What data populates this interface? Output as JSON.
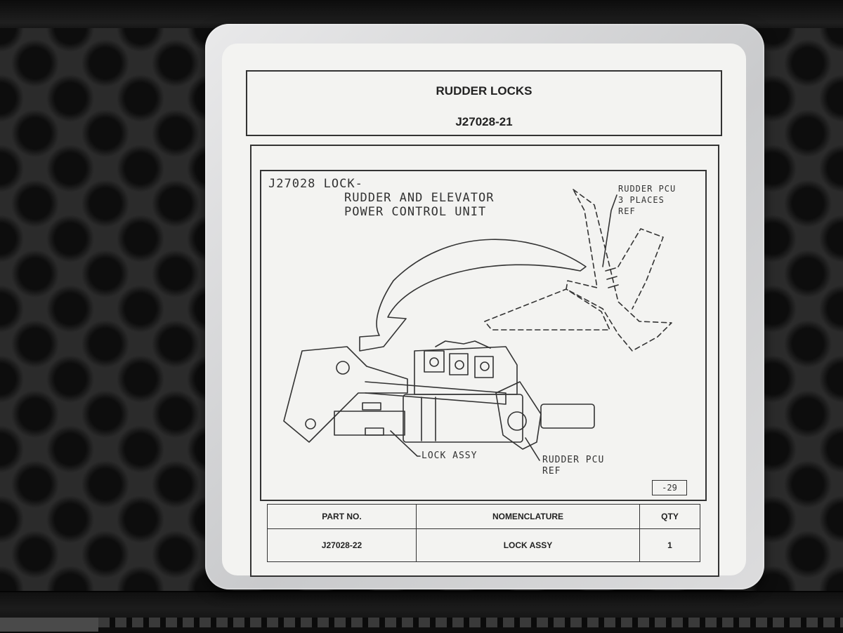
{
  "card": {
    "title": "RUDDER LOCKS",
    "subtitle": "J27028-21"
  },
  "drawing": {
    "heading_line1": "J27028 LOCK-",
    "heading_line2": "RUDDER AND ELEVATOR",
    "heading_line3": "POWER CONTROL UNIT",
    "callout_top_line1": "RUDDER PCU",
    "callout_top_line2": "3 PLACES",
    "callout_top_line3": "REF",
    "callout_lock": "LOCK ASSY",
    "callout_pcu_line1": "RUDDER PCU",
    "callout_pcu_line2": "REF",
    "sheet_number": "-29"
  },
  "parts_table": {
    "headers": [
      "PART NO.",
      "NOMENCLATURE",
      "QTY"
    ],
    "rows": [
      [
        "J27028-22",
        "LOCK ASSY",
        "1"
      ]
    ]
  }
}
